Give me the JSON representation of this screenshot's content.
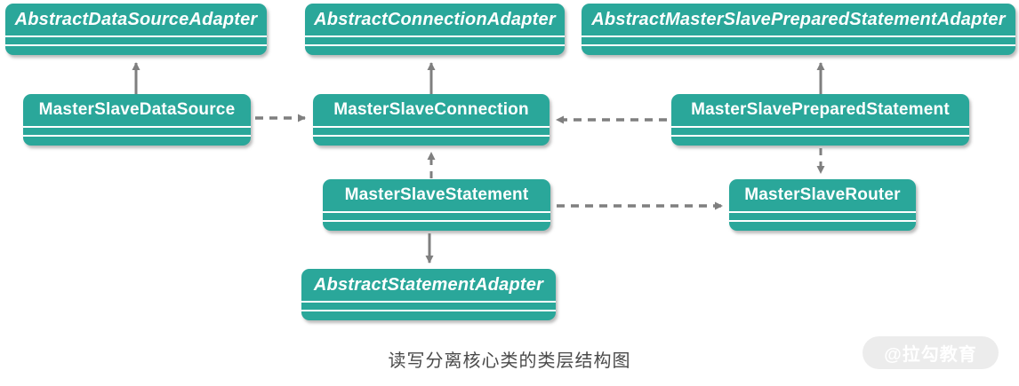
{
  "diagram": {
    "caption": "读写分离核心类的类层结构图",
    "watermark": "@拉勾教育",
    "colors": {
      "node_fill": "#2aa79a",
      "node_text": "#ffffff",
      "arrow": "#7f7f7f",
      "caption_text": "#4a4a4a",
      "watermark_bg": "#ececec",
      "watermark_text": "#ffffff"
    },
    "nodes": {
      "abstractDataSourceAdapter": {
        "label": "AbstractDataSourceAdapter",
        "abstract": true
      },
      "abstractConnectionAdapter": {
        "label": "AbstractConnectionAdapter",
        "abstract": true
      },
      "abstractMasterSlavePreparedStatementAdapter": {
        "label": "AbstractMasterSlavePreparedStatementAdapter",
        "abstract": true
      },
      "masterSlaveDataSource": {
        "label": "MasterSlaveDataSource",
        "abstract": false
      },
      "masterSlaveConnection": {
        "label": "MasterSlaveConnection",
        "abstract": false
      },
      "masterSlavePreparedStatement": {
        "label": "MasterSlavePreparedStatement",
        "abstract": false
      },
      "masterSlaveStatement": {
        "label": "MasterSlaveStatement",
        "abstract": false
      },
      "masterSlaveRouter": {
        "label": "MasterSlaveRouter",
        "abstract": false
      },
      "abstractStatementAdapter": {
        "label": "AbstractStatementAdapter",
        "abstract": true
      }
    },
    "edges": [
      {
        "from": "MasterSlaveDataSource",
        "to": "AbstractDataSourceAdapter",
        "style": "solid",
        "arrow": "up"
      },
      {
        "from": "MasterSlaveConnection",
        "to": "AbstractConnectionAdapter",
        "style": "solid",
        "arrow": "up"
      },
      {
        "from": "MasterSlavePreparedStatement",
        "to": "AbstractMasterSlavePreparedStatementAdapter",
        "style": "solid",
        "arrow": "up"
      },
      {
        "from": "MasterSlaveDataSource",
        "to": "MasterSlaveConnection",
        "style": "dashed",
        "arrow": "right"
      },
      {
        "from": "MasterSlavePreparedStatement",
        "to": "MasterSlaveConnection",
        "style": "dashed",
        "arrow": "left"
      },
      {
        "from": "MasterSlaveStatement",
        "to": "MasterSlaveConnection",
        "style": "dashed",
        "arrow": "up"
      },
      {
        "from": "MasterSlaveStatement",
        "to": "AbstractStatementAdapter",
        "style": "solid",
        "arrow": "down"
      },
      {
        "from": "MasterSlaveStatement",
        "to": "MasterSlaveRouter",
        "style": "dashed",
        "arrow": "right"
      },
      {
        "from": "MasterSlavePreparedStatement",
        "to": "MasterSlaveRouter",
        "style": "dashed",
        "arrow": "down"
      }
    ]
  }
}
